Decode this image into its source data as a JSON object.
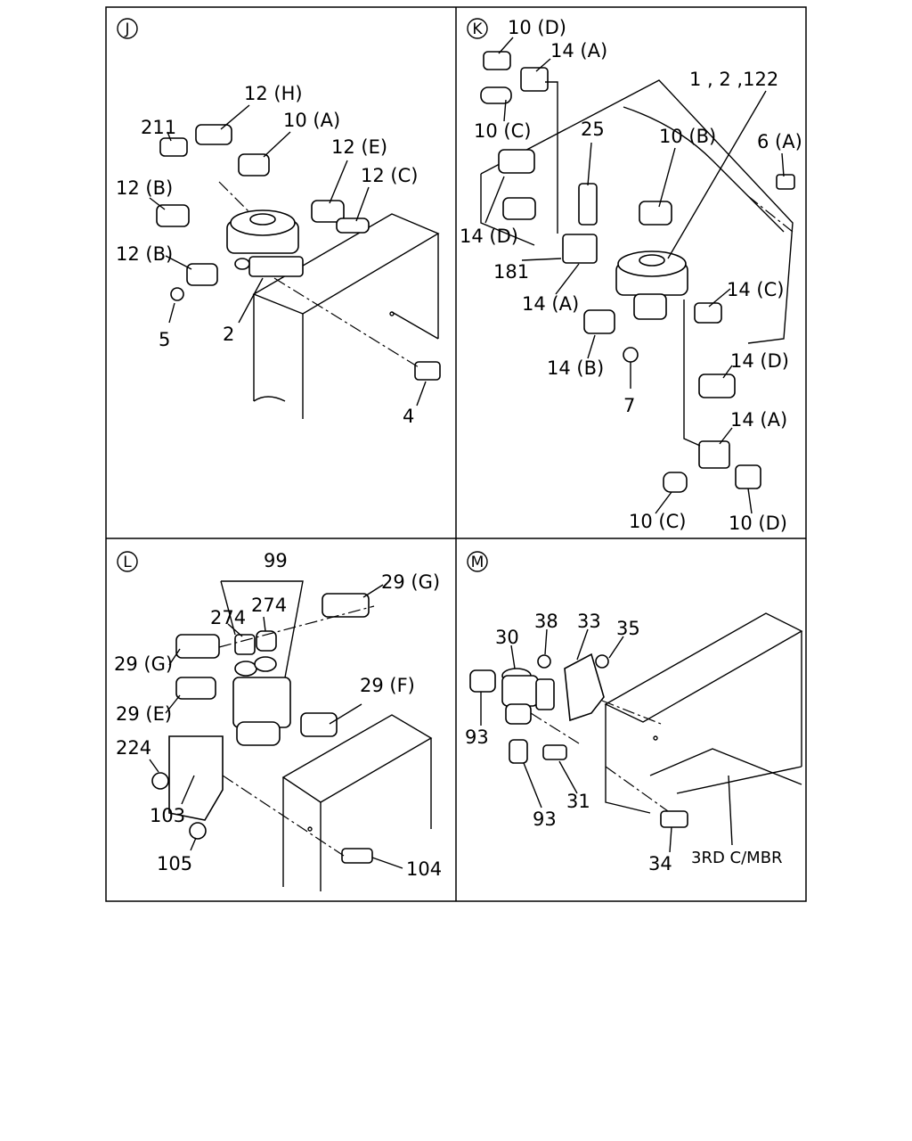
{
  "panels": {
    "J": {
      "id": "J",
      "labels": [
        "12 (H)",
        "211",
        "10 (A)",
        "12 (E)",
        "12 (B)",
        "12 (C)",
        "12 (B)",
        "5",
        "2",
        "4"
      ]
    },
    "K": {
      "id": "K",
      "labels": [
        "10 (D)",
        "14 (A)",
        "1 , 2 ,122",
        "10 (C)",
        "25",
        "10 (B)",
        "6 (A)",
        "14 (D)",
        "181",
        "14 (A)",
        "14 (C)",
        "14 (B)",
        "7",
        "14 (D)",
        "14 (A)",
        "10 (C)",
        "10 (D)"
      ]
    },
    "L": {
      "id": "L",
      "labels": [
        "99",
        "29 (G)",
        "274",
        "274",
        "29 (G)",
        "29 (F)",
        "29 (E)",
        "224",
        "103",
        "105",
        "104"
      ]
    },
    "M": {
      "id": "M",
      "labels": [
        "38",
        "33",
        "35",
        "30",
        "93",
        "93",
        "31",
        "34",
        "3RD  C/MBR"
      ]
    }
  }
}
